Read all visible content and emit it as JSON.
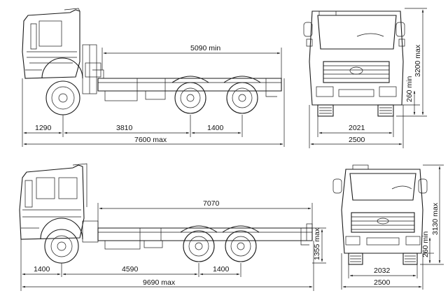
{
  "top": {
    "side": {
      "wheelbase_front": "1290",
      "wheelbase_main": "3810",
      "bogie": "1400",
      "length_max": "7600 max",
      "frame_min": "5090 min"
    },
    "front": {
      "track": "2021",
      "width": "2500",
      "height_max": "3200 max",
      "clearance_min": "260 min"
    }
  },
  "bottom": {
    "side": {
      "wheelbase_front": "1400",
      "wheelbase_main": "4590",
      "bogie": "1400",
      "length_max": "9690 max",
      "frame_length": "7070",
      "frame_height_max": "1355 max"
    },
    "front": {
      "track": "2032",
      "width": "2500",
      "height_max": "3130 max",
      "clearance_min": "260 min"
    }
  }
}
